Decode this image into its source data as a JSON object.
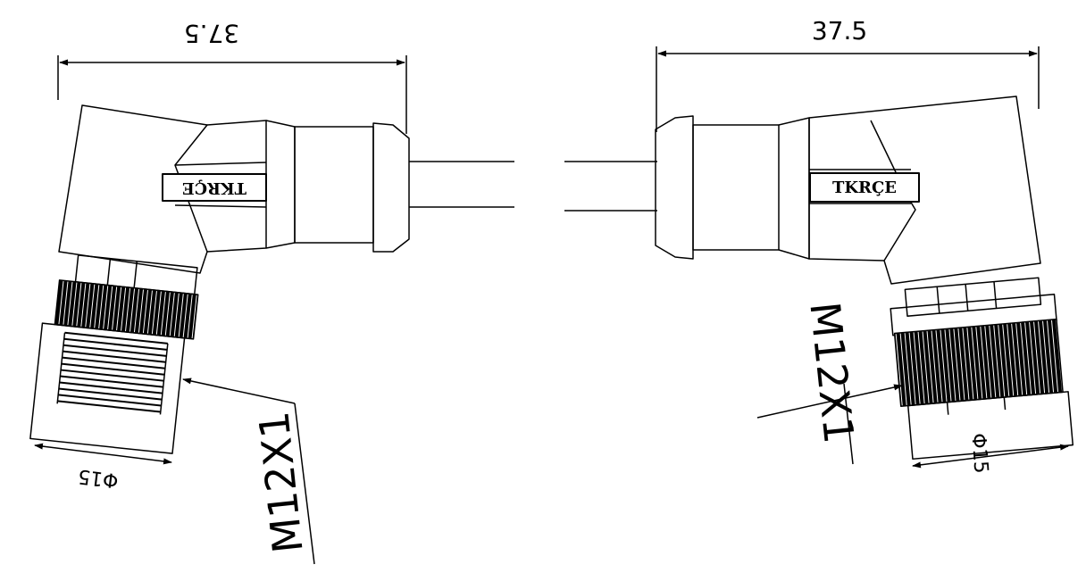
{
  "dimensions": {
    "width_label": "37.5",
    "diameter_label": "Φ15",
    "thread_label": "M12X1"
  },
  "brand_label": "TKRÇE",
  "colors": {
    "line": "#000000",
    "background": "#ffffff"
  }
}
